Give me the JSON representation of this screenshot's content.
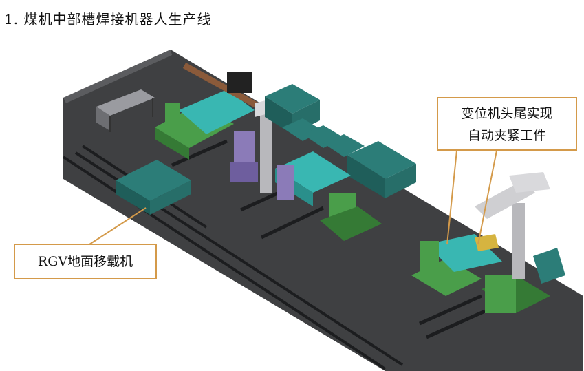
{
  "heading": "1. 煤机中部槽焊接机器人生产线",
  "callouts": {
    "rgv": "RGV地面移载机",
    "positioner_line1": "变位机头尾实现",
    "positioner_line2": "自动夹紧工件"
  },
  "colors": {
    "floor": "#3f4042",
    "rail": "#1c1d1f",
    "teal": "#2c7d78",
    "teal_dark": "#1f5e5a",
    "green": "#4a9e4a",
    "purple": "#8b7bb8",
    "cyan": "#39b7b2",
    "grey_arm": "#cfcfd2",
    "callout_border": "#d49a4a"
  }
}
